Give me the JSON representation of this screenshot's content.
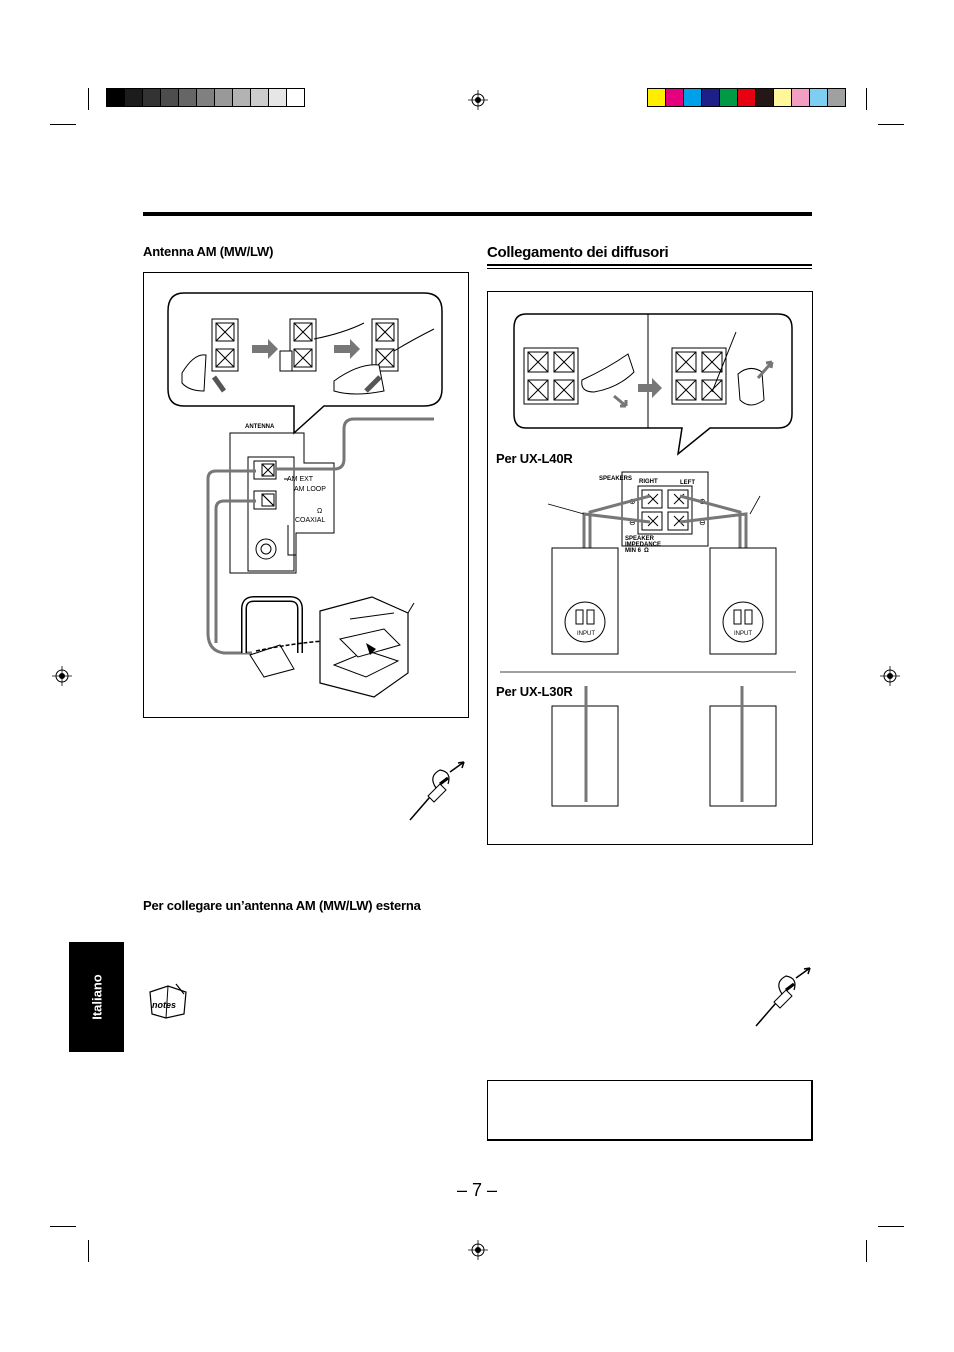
{
  "colors": {
    "grayscale_bar": [
      "#000000",
      "#1c1c1c",
      "#333333",
      "#4d4d4d",
      "#666666",
      "#808080",
      "#999999",
      "#b3b3b3",
      "#cccccc",
      "#e6e6e6",
      "#ffffff"
    ],
    "color_bar": [
      "#ffee00",
      "#e6007e",
      "#00a0e9",
      "#1d2088",
      "#009944",
      "#e60012",
      "#231815",
      "#fff799",
      "#f19ec2",
      "#7ecef4",
      "#9fa0a0"
    ],
    "side_tab": "#000000"
  },
  "antenna_section": {
    "heading": "Antenna AM (MW/LW)",
    "panel_labels": {
      "antenna": "ANTENNA",
      "am_ext": "AM EXT",
      "am_loop": "AM LOOP",
      "ohm": "Ω",
      "coaxial": "COAXIAL"
    }
  },
  "external_antenna_heading": "Per collegare un’antenna AM (MW/LW) esterna",
  "speaker_section": {
    "title": "Collegamento dei diffusori",
    "model_a": "Per UX-L40R",
    "model_b": "Per UX-L30R",
    "panel_labels": {
      "speakers": "SPEAKERS",
      "right": "RIGHT",
      "left": "LEFT",
      "impedance_1": "SPEAKER",
      "impedance_2": "IMPEDANCE",
      "impedance_3": "MIN 6",
      "ohm": "Ω",
      "input": "INPUT"
    }
  },
  "side_tab_label": "Italiano",
  "notes_icon_label": "notes",
  "page_number": "– 7 –"
}
